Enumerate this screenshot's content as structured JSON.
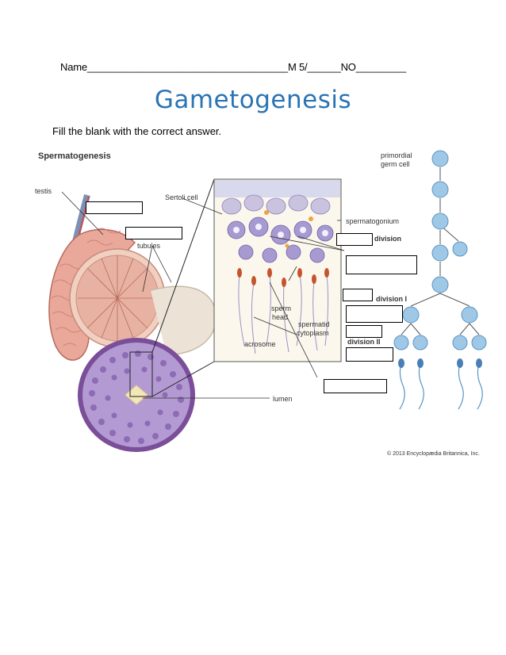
{
  "header": {
    "name_line": "Name____________________________________M 5/______NO_________"
  },
  "title": "Gametogenesis",
  "instruction": "Fill the blank with the correct answer.",
  "figure": {
    "heading": "Spermatogenesis",
    "labels": {
      "testis": "testis",
      "sertoli_cell": "Sertoli cell",
      "tubules": "tubules",
      "primordial_germ_cell_1": "primordial",
      "primordial_germ_cell_2": "germ cell",
      "spermatogonium": "spermatogonium",
      "division": "division",
      "division_i": "division I",
      "division_ii": "division II",
      "sperm_head_1": "sperm",
      "sperm_head_2": "head",
      "spermatid_cytoplasm_1": "spermatid",
      "spermatid_cytoplasm_2": "cytoplasm",
      "acrosome": "acrosome",
      "lumen": "lumen"
    },
    "copyright": "© 2013 Encyclopædia Britannica, Inc."
  },
  "colors": {
    "title": "#2a74b4",
    "testis_pink": "#e9a89a",
    "tubule_purple": "#a68bc4",
    "cell_blue": "#9fc8e6"
  }
}
